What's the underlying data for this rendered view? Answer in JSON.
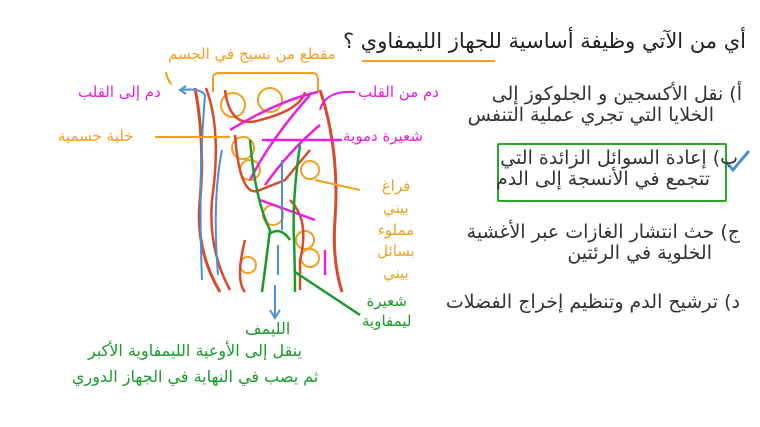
{
  "question": {
    "text_main": "أي من الآتي وظيفة أساسية ",
    "text_underlined": "للجهاز الليمفاوي",
    "mark": "؟"
  },
  "options": [
    {
      "letter": "أ)",
      "line1": "نقل الأكسجين و الجلوكوز إلى",
      "line2": "الخلايا التي تجري عملية التنفس"
    },
    {
      "letter": "ب)",
      "line1": "إعادة السوائل الزائدة التي",
      "line2": "تتجمع في الأنسجة إلى الدم",
      "correct": true
    },
    {
      "letter": "ج)",
      "line1": "حث انتشار الغازات عبر الأغشية",
      "line2": "الخلوية في الرئتين"
    },
    {
      "letter": "د)",
      "line1": "ترشيح الدم وتنظيم إخراج الفضلات",
      "line2": ""
    }
  ],
  "diagram": {
    "tissue_section": "مقطع من نسيج في الجسم",
    "blood_to_heart": "دم إلى القلب",
    "blood_from_heart": "دم من القلب",
    "body_cell": "خلية جسمية",
    "blood_capillary": "شعيرة دموية",
    "interstitial_space_1": "فراغ بيني",
    "interstitial_space_2": "مملوء",
    "interstitial_space_3": "بسائل بيني",
    "lymph_capillary_1": "شعيرة",
    "lymph_capillary_2": "ليمفاوية",
    "lymph": "الليمف",
    "lymph_note_1": "ينقل إلى الأوعية الليمفاوية الأكبر",
    "lymph_note_2": "ثم يصب في النهاية في الجهاز الدوري"
  },
  "colors": {
    "orange": "#f0a020",
    "magenta": "#e81ee0",
    "green": "#1a9a2a",
    "blue": "#4a90d9",
    "red": "#d84a2a"
  }
}
